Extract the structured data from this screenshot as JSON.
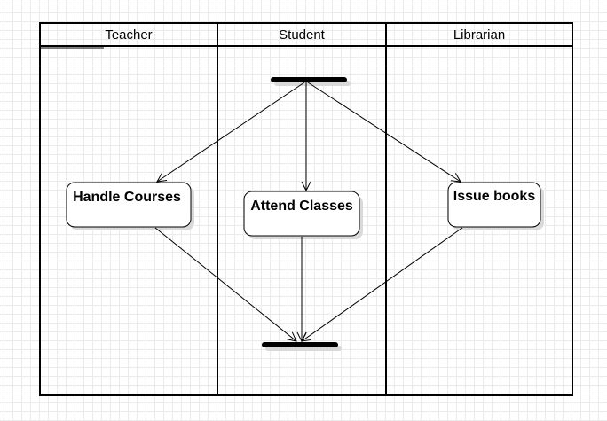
{
  "lanes": [
    {
      "title": "Teacher"
    },
    {
      "title": "Student"
    },
    {
      "title": "Librarian"
    }
  ],
  "nodes": {
    "handle_courses": "Handle Courses",
    "attend_classes": "Attend Classes",
    "issue_books": "Issue books"
  },
  "colors": {
    "stroke": "#000000",
    "node_fill": "#ffffff",
    "shadow": "#d9d9d9",
    "grid": "#ebebeb"
  }
}
